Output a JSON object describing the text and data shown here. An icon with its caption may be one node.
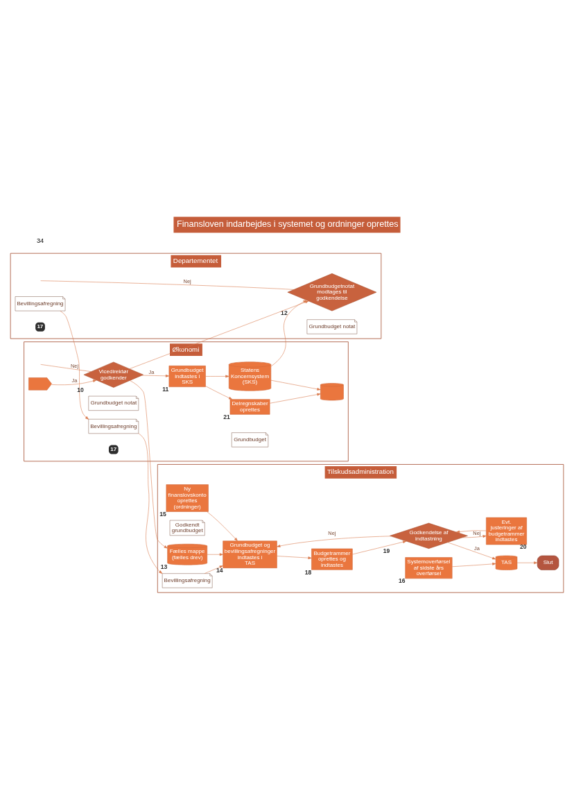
{
  "diagram": {
    "title": "Finansloven indarbejdes i systemet og ordninger oprettes",
    "nodes": [
      {
        "text": [
          "Departementet"
        ]
      },
      {
        "text": [
          "Økonomi"
        ]
      },
      {
        "text": [
          "Tilskudsadministration"
        ]
      },
      {
        "text": [
          "Grundbudget notat"
        ],
        "in": 0
      },
      {
        "text": [
          "Grundbudgetnotat modtages til godkendelse"
        ],
        "in": 0,
        "beside": [
          "12"
        ]
      },
      {
        "text": [
          "Bevillingsafregning"
        ],
        "in": 0
      },
      {
        "text": [],
        "shape": "pentagon",
        "in": 1
      },
      {
        "text": [
          "Grundbudget notat"
        ],
        "in": 1
      },
      {
        "text": [
          "Vicedirektør godkender"
        ],
        "in": 1,
        "beside": [
          "10"
        ]
      },
      {
        "text": [
          "Grundbudget indtastes i SKS"
        ],
        "in": 1,
        "beside": [
          "11"
        ]
      },
      {
        "text": [
          "Grundbudget"
        ],
        "in": 1
      },
      {
        "text": [
          "Statens Koncernsystem (SKS)"
        ],
        "in": 1
      },
      {
        "text": [
          "Delregnskaber oprettes"
        ],
        "in": 1,
        "beside": [
          "21"
        ]
      },
      {
        "text": [],
        "shape": "cylinder",
        "in": 1
      },
      {
        "text": [
          "Bevillingsafregning"
        ],
        "in": 1
      },
      {
        "text": [
          "Ny finanslovskonto oprettes (ordninger)"
        ],
        "in": 2,
        "beside": [
          "15"
        ]
      },
      {
        "text": [
          "Godkendt grundbudget"
        ],
        "in": 2
      },
      {
        "text": [
          "Fælles mappe (fælles drev)"
        ],
        "in": 2,
        "beside": [
          "13"
        ]
      },
      {
        "text": [
          "Grundbudget og bevillingsafregninger indtastes i TAS"
        ],
        "in": 2,
        "beside": [
          "14"
        ]
      },
      {
        "text": [
          "Bevillingsafregning"
        ],
        "in": 2
      },
      {
        "text": [
          "Budgetrammer oprettes og indtastes"
        ],
        "in": 2,
        "beside": [
          "18"
        ]
      },
      {
        "text": [
          "Systemoverførsel af sidste års overførsel"
        ],
        "in": 2,
        "beside": [
          "16"
        ]
      },
      {
        "text": [
          "Godkendelse af indtastning"
        ],
        "in": 2,
        "beside": [
          "19"
        ]
      },
      {
        "text": [
          "TAS"
        ],
        "in": 2
      },
      {
        "text": [
          "Evt. justeringer af budgetrammer indtastes"
        ],
        "in": 2,
        "beside": [
          "20"
        ]
      },
      {
        "text": [
          "Slut"
        ],
        "in": 2
      }
    ],
    "edges": [
      {
        "from": 6,
        "to": 8,
        "arrow": "to",
        "label": "Ja"
      },
      {
        "from": 8,
        "to": 9,
        "arrow": "to",
        "label": "Ja"
      },
      {
        "from": 8,
        "to": 17,
        "arrow": "to"
      },
      {
        "from": 8,
        "to": 4,
        "arrow": "to"
      },
      {
        "from": 8,
        "to": null,
        "arrow": "none",
        "label": "Nej"
      },
      {
        "from": 4,
        "to": null,
        "arrow": "none",
        "label": "Nej"
      },
      {
        "from": 9,
        "to": 11,
        "arrow": "to"
      },
      {
        "from": 9,
        "to": 12,
        "arrow": "to"
      },
      {
        "from": 11,
        "to": 4,
        "arrow": "to"
      },
      {
        "from": 11,
        "to": 13,
        "arrow": "to"
      },
      {
        "from": 12,
        "to": 13,
        "arrow": "to"
      },
      {
        "from": 5,
        "to": 14,
        "arrow": "to"
      },
      {
        "from": 14,
        "to": 19,
        "arrow": "to"
      },
      {
        "from": 19,
        "to": 18,
        "arrow": "to"
      },
      {
        "from": 17,
        "to": 18,
        "arrow": "to"
      },
      {
        "from": 15,
        "to": 18,
        "arrow": "to"
      },
      {
        "from": 18,
        "to": 20,
        "arrow": "to"
      },
      {
        "from": 20,
        "to": 22,
        "arrow": "to"
      },
      {
        "from": 22,
        "to": 18,
        "arrow": "to",
        "label": "Nej"
      },
      {
        "from": 22,
        "to": 24,
        "arrow": "to",
        "label": "Nej"
      },
      {
        "from": 24,
        "to": 22,
        "arrow": "to"
      },
      {
        "from": 22,
        "to": 23,
        "arrow": "to",
        "label": "Ja"
      },
      {
        "from": 21,
        "to": 23,
        "arrow": "to"
      },
      {
        "from": 23,
        "to": 25,
        "arrow": "to"
      }
    ],
    "labels": [
      "17",
      "17",
      "34"
    ]
  }
}
